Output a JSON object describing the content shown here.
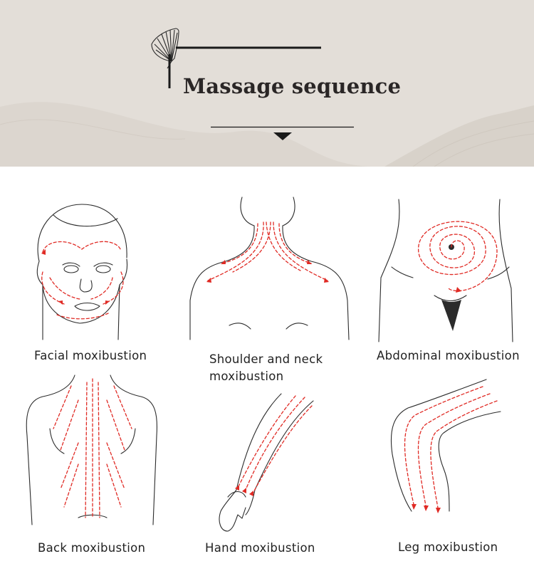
{
  "header": {
    "title": "Massage sequence"
  },
  "panels": [
    {
      "id": "facial",
      "label": "Facial moxibustion"
    },
    {
      "id": "shoulder",
      "label": "Shoulder and neck moxibustion"
    },
    {
      "id": "abdominal",
      "label": "Abdominal moxibustion"
    },
    {
      "id": "back",
      "label": "Back moxibustion"
    },
    {
      "id": "hand",
      "label": "Hand moxibustion"
    },
    {
      "id": "leg",
      "label": "Leg moxibustion"
    }
  ],
  "colors": {
    "header_bg": "#e3ded8",
    "title": "#2a2626",
    "guide_line": "#e02a24",
    "line_art": "#2b2b2b"
  },
  "icons": [
    "ginkgo-leaf-icon",
    "down-triangle-icon"
  ]
}
